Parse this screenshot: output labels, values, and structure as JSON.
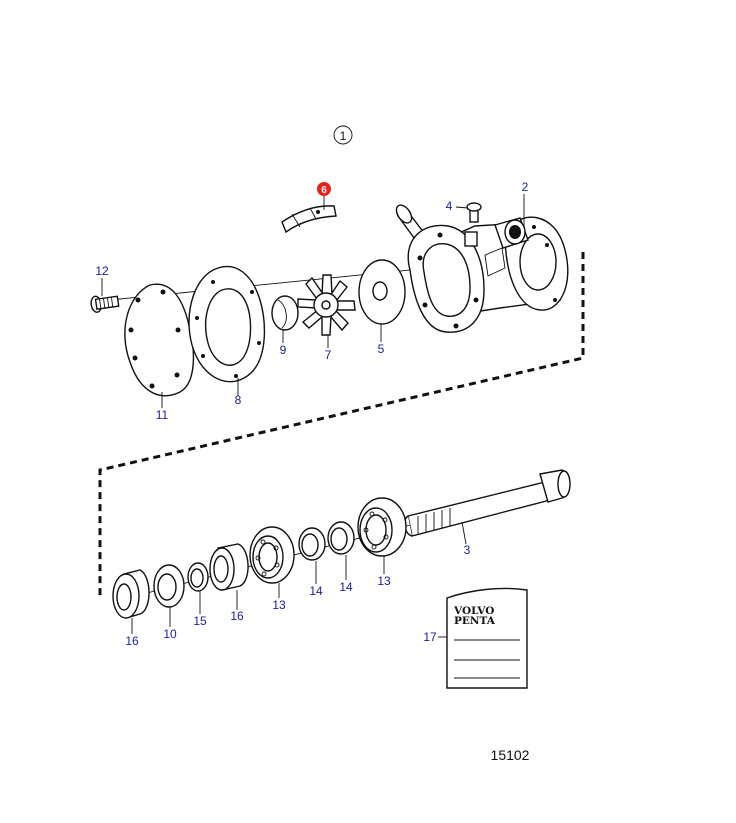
{
  "diagram": {
    "view_number": "1",
    "highlighted_part": "6",
    "highlight_color": "#e8231c",
    "label_color": "#1a1aa8",
    "drawing_number": "15102",
    "kit_brand": [
      "VOLVO",
      "PENTA"
    ],
    "parts": [
      {
        "id": "p1",
        "label": "2"
      },
      {
        "id": "p2",
        "label": "4"
      },
      {
        "id": "p3",
        "label": "6"
      },
      {
        "id": "p4",
        "label": "12"
      },
      {
        "id": "p5",
        "label": "11"
      },
      {
        "id": "p6",
        "label": "8"
      },
      {
        "id": "p7",
        "label": "9"
      },
      {
        "id": "p8",
        "label": "7"
      },
      {
        "id": "p9",
        "label": "5"
      },
      {
        "id": "p10",
        "label": "3"
      },
      {
        "id": "p11",
        "label": "13"
      },
      {
        "id": "p12",
        "label": "14"
      },
      {
        "id": "p13",
        "label": "14"
      },
      {
        "id": "p14",
        "label": "13"
      },
      {
        "id": "p15",
        "label": "16"
      },
      {
        "id": "p16",
        "label": "15"
      },
      {
        "id": "p17",
        "label": "10"
      },
      {
        "id": "p18",
        "label": "16"
      },
      {
        "id": "p19",
        "label": "17"
      }
    ]
  }
}
